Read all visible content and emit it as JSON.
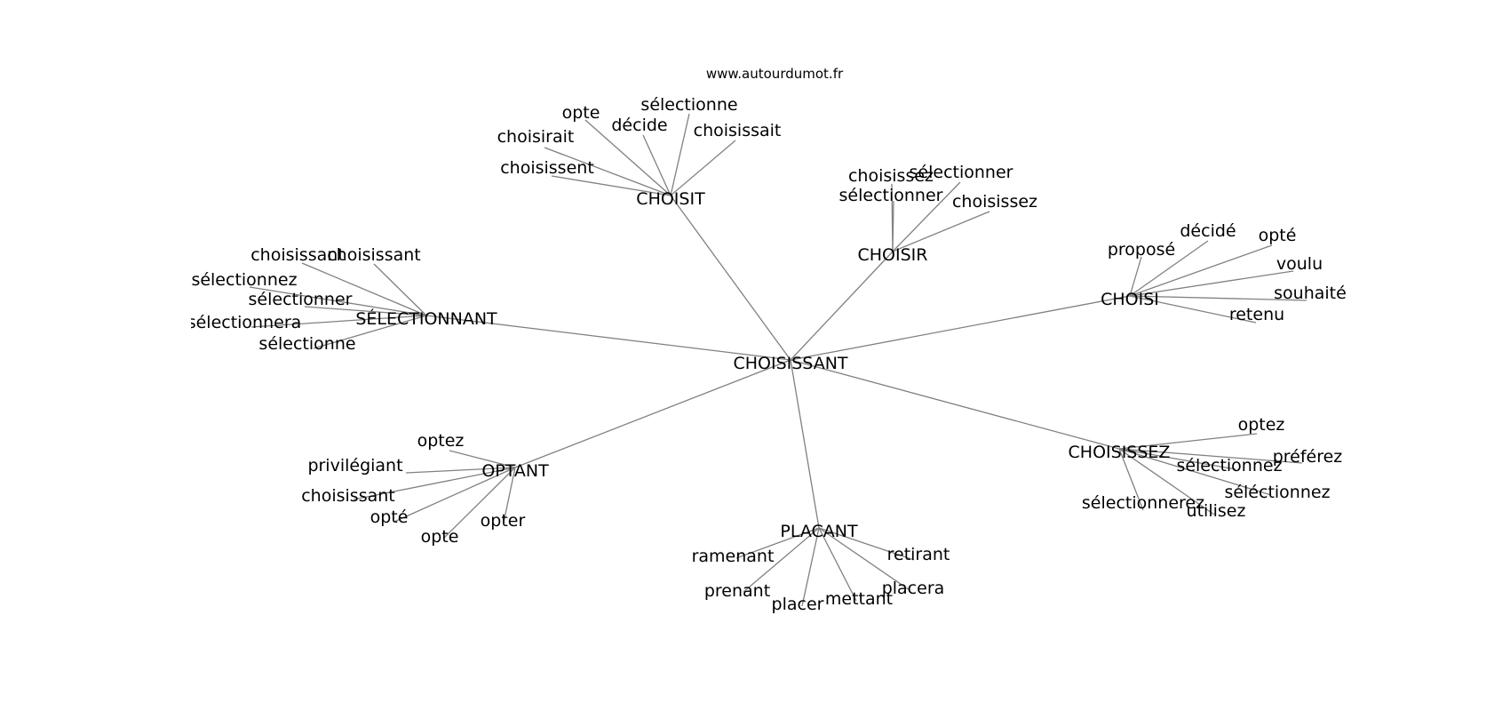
{
  "source_label": "www.autourdumot.fr",
  "style": {
    "edge_color": "#808080",
    "text_color": "#000000",
    "background": "#ffffff"
  },
  "graph": {
    "center": "CHOISISSANT",
    "clusters": [
      {
        "hub": "CHOISIT",
        "leaves": [
          "opte",
          "sélectionne",
          "décide",
          "choisirait",
          "choisissait",
          "choisissent"
        ]
      },
      {
        "hub": "CHOISIR",
        "leaves": [
          "choisissez",
          "sélectionner",
          "sélectionner",
          "choisissez"
        ]
      },
      {
        "hub": "CHOISI",
        "leaves": [
          "proposé",
          "décidé",
          "opté",
          "voulu",
          "souhaité",
          "retenu"
        ]
      },
      {
        "hub": "SÉLECTIONNANT",
        "leaves": [
          "choisissant",
          "choisissant",
          "sélectionnez",
          "sélectionner",
          "sélectionnera",
          "sélectionne"
        ]
      },
      {
        "hub": "OPTANT",
        "leaves": [
          "optez",
          "privilégiant",
          "choisissant",
          "opté",
          "opte",
          "opter"
        ]
      },
      {
        "hub": "PLACANT",
        "leaves": [
          "ramenant",
          "retirant",
          "prenant",
          "placera",
          "placer",
          "mettant"
        ]
      },
      {
        "hub": "CHOISISSEZ",
        "leaves": [
          "optez",
          "préférez",
          "sélectionnez",
          "séléctionnez",
          "sélectionnerez",
          "utilisez"
        ]
      }
    ]
  }
}
